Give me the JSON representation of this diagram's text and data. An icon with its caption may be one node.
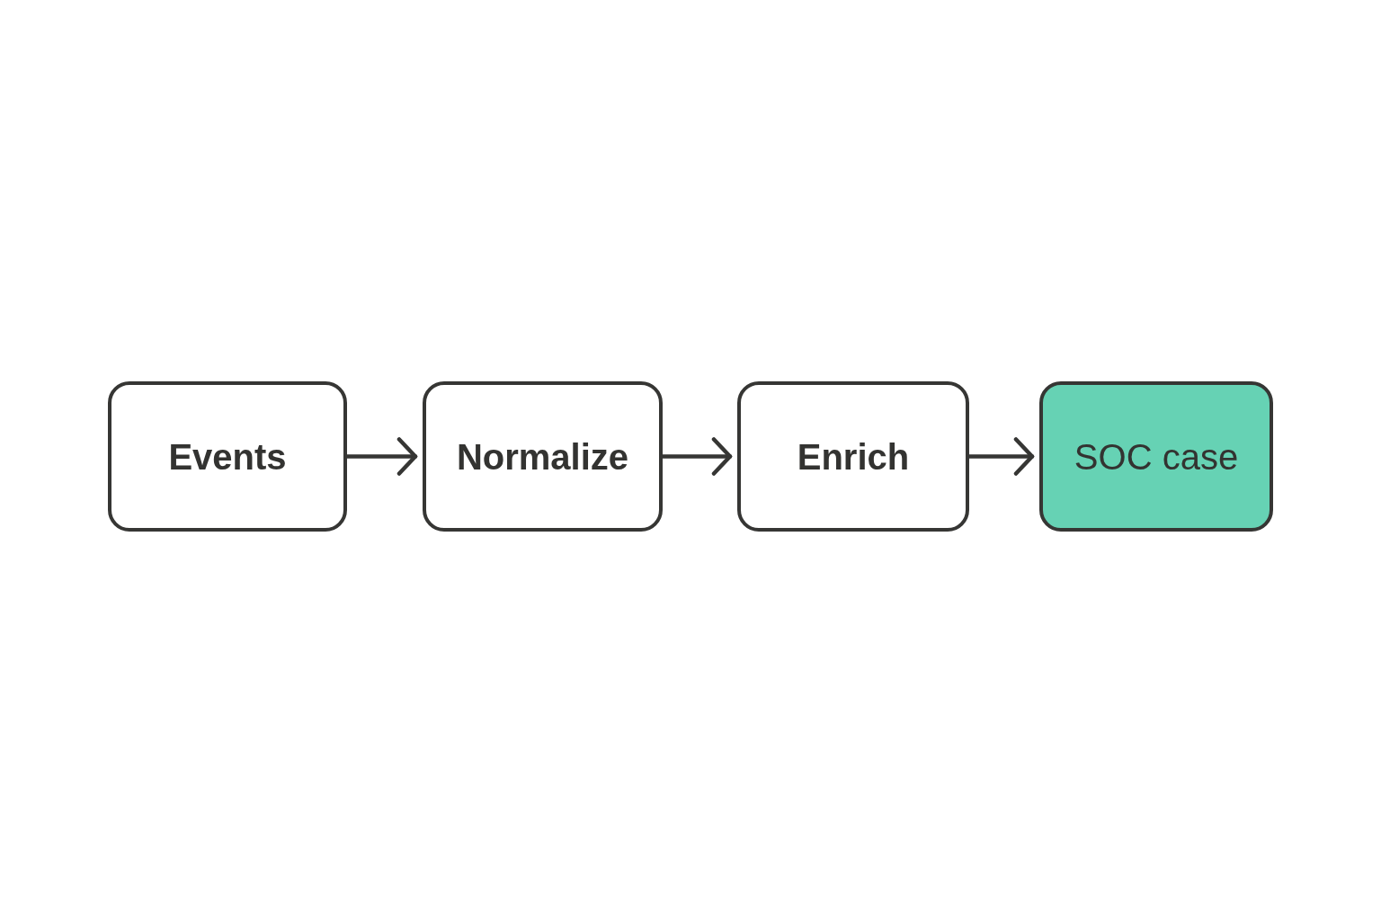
{
  "diagram": {
    "nodes": [
      {
        "text": [
          "Events"
        ]
      },
      {
        "text": [
          "Normalize"
        ]
      },
      {
        "text": [
          "Enrich"
        ]
      },
      {
        "text": [
          "SOC case"
        ]
      }
    ],
    "edges": [
      {
        "from": 0,
        "to": 1,
        "arrow": "to"
      },
      {
        "from": 1,
        "to": 2,
        "arrow": "to"
      },
      {
        "from": 2,
        "to": 3,
        "arrow": "to"
      }
    ]
  }
}
